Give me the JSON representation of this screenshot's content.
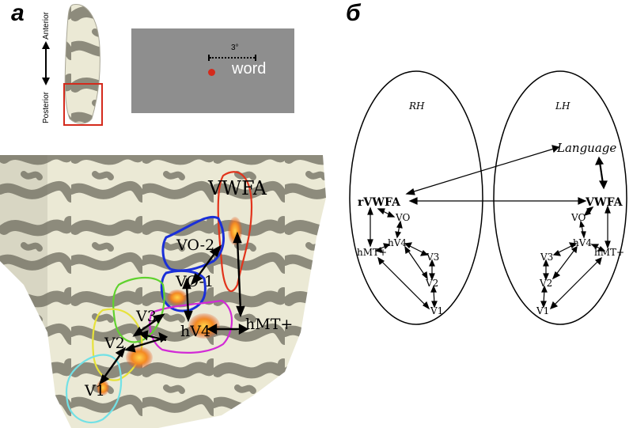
{
  "panel_a": {
    "label": "a",
    "axis": {
      "anterior": "Anterior",
      "posterior": "Posterior"
    },
    "stimulus": {
      "angle": "3°",
      "word": "word"
    },
    "regions": {
      "vwfa": "VWFA",
      "vo2": "VO-2",
      "vo1": "VO-1",
      "v3": "V3",
      "hv4": "hV4",
      "v2": "V2",
      "hmt": "hMT+",
      "v1": "V1"
    }
  },
  "panel_b": {
    "label": "б",
    "rh": {
      "title": "RH",
      "rvwfa": "rVWFA",
      "vo": "VO",
      "hv4": "hV4",
      "hmt": "hMT+",
      "v3": "V3",
      "v2": "V2",
      "v1": "V1"
    },
    "lh": {
      "title": "LH",
      "language": "Language",
      "vwfa": "VWFA",
      "vo": "VO",
      "hv4": "hV4",
      "v3": "V3",
      "hmt": "hMT+",
      "v2": "V2",
      "v1": "V1"
    }
  },
  "colors": {
    "brain_light": "#ebe9d5",
    "brain_dark": "#8d8b7c",
    "vo2_blue": "#1a2fd8",
    "vwfa_red": "#e2341c",
    "hv4_magenta": "#d22ad6",
    "v3_green": "#5fd22e",
    "v2_yellow": "#e7e23a",
    "v1_cyan": "#72e1e6",
    "activation": "#f07020",
    "stim_gray": "#8e8e8e",
    "inset_box": "#d42a1c"
  }
}
